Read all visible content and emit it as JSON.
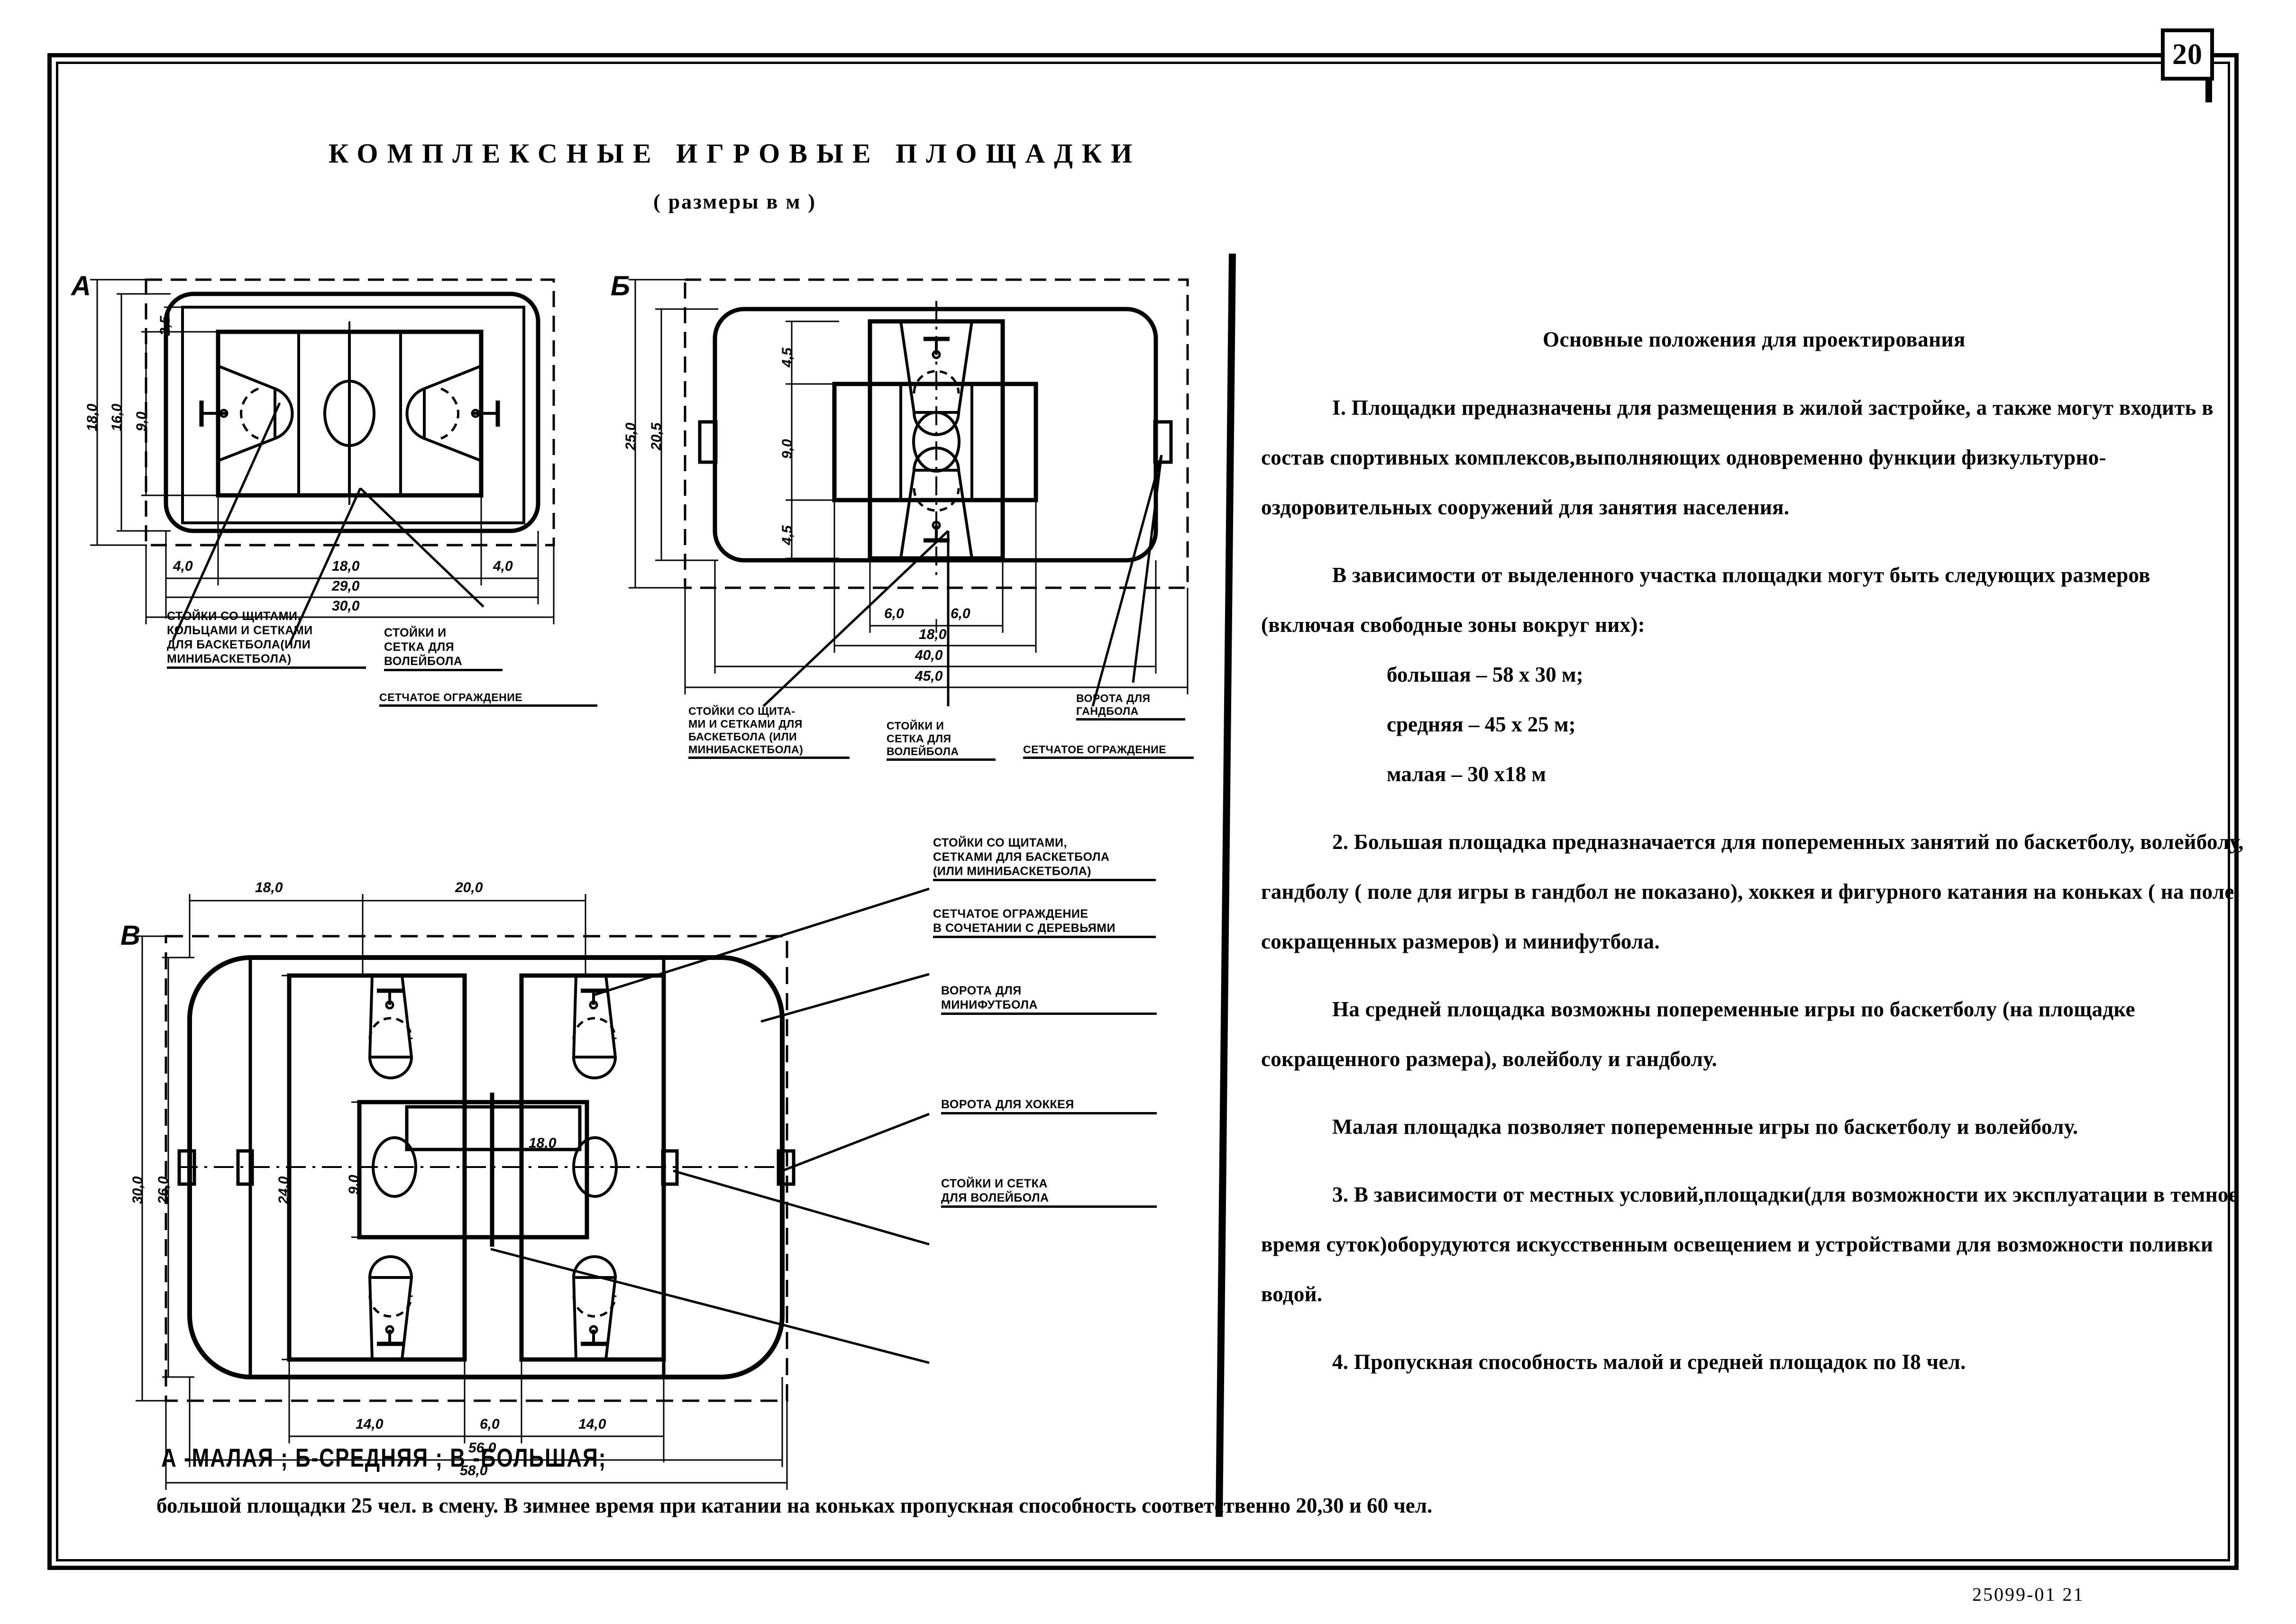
{
  "page": {
    "number": "20",
    "footer_code": "25099-01 21"
  },
  "title": {
    "main": "КОМПЛЕКСНЫЕ  ИГРОВЫЕ  ПЛОЩАДКИ",
    "sub": "( размеры в м )"
  },
  "text_column": {
    "heading": "Основные положения для проектирования",
    "paragraphs": [
      "I. Площадки предназначены  для размещения в жилой застройке, а также могут входить в состав спортивных комплексов,выполняющих одновременно функции физкультурно-оздоровительных сооружений для занятия населения.",
      "В зависимости от выделенного участка площадки могут быть следующих размеров (включая свободные зоны вокруг них):"
    ],
    "size_list": [
      "большая – 58 х 30 м;",
      "средняя – 45 х 25 м;",
      "малая –   30 х18 м"
    ],
    "paragraphs2": [
      "2. Большая площадка предназначается для попеременных занятий по баскетболу, волейболу, гандболу ( поле для игры в гандбол не показано), хоккея и фигурного катания на коньках ( на поле сокращенных размеров) и минифутбола.",
      "На средней площадка возможны попеременные игры по баскетболу (на площадке сокращенного размера), волейболу и гандболу.",
      "Малая площадка позволяет попеременные игры по баскетболу и волейболу.",
      "3. В зависимости от местных условий,площадки(для возможности их эксплуатации в темное время суток)оборудуются искусственным освещением и устройствами для возможности поливки водой.",
      "4. Пропускная способность малой и средней площадок по I8 чел."
    ]
  },
  "legend": "А -МАЛАЯ ;  Б-СРЕДНЯЯ ;  В -БОЛЬШАЯ;",
  "bottom_note": "большой площадки 25 чел. в смену. В зимнее время при катании на коньках пропускная способность соответственно 20,30 и 60 чел.",
  "diagrams": [
    {
      "letter": "А",
      "name": "малая",
      "dims_vertical": [
        "18,0",
        "16,0",
        "9,0",
        "2,5"
      ],
      "dims_horizontal": [
        "4,0",
        "18,0",
        "4,0",
        "29,0",
        "30,0"
      ],
      "annotations": [
        "СТОЙКИ СО ЩИТАМИ,\nКОЛЬЦАМИ И СЕТКАМИ\nДЛЯ БАСКЕТБОЛА(ИЛИ\nМИНИБАСКЕТБОЛА)",
        "СТОЙКИ И\nСЕТКА ДЛЯ\nВОЛЕЙБОЛА",
        "СЕТЧАТОЕ ОГРАЖДЕНИЕ"
      ]
    },
    {
      "letter": "Б",
      "name": "средняя",
      "dims_vertical": [
        "25,0",
        "20,5",
        "4,5",
        "9,0",
        "4,5"
      ],
      "dims_horizontal": [
        "6,0",
        "6,0",
        "18,0",
        "40,0",
        "45,0"
      ],
      "annotations": [
        "СТОЙКИ СО ЩИТА-\nМИ И СЕТКАМИ ДЛЯ\nБАСКЕТБОЛА (ИЛИ\nМИНИБАСКЕТБОЛА)",
        "СТОЙКИ И\nСЕТКА ДЛЯ\nВОЛЕЙБОЛА",
        "ВОРОТА ДЛЯ\nГАНДБОЛА",
        "СЕТЧАТОЕ ОГРАЖДЕНИЕ"
      ]
    },
    {
      "letter": "В",
      "name": "большая",
      "dims_vertical": [
        "30,0",
        "26,0",
        "24,0",
        "9,0"
      ],
      "dims_horizontal": [
        "18,0",
        "20,0",
        "18,0",
        "14,0",
        "6,0",
        "14,0",
        "56,0",
        "58,0"
      ],
      "annotations": [
        "СТОЙКИ СО ЩИТАМИ,\nСЕТКАМИ ДЛЯ БАСКЕТБОЛА\n(ИЛИ МИНИБАСКЕТБОЛА)",
        "СЕТЧАТОЕ ОГРАЖДЕНИЕ\nВ СОЧЕТАНИИ С ДЕРЕВЬЯМИ",
        "ВОРОТА ДЛЯ\nМИНИФУТБОЛА",
        "ВОРОТА ДЛЯ ХОККЕЯ",
        "СТОЙКИ И СЕТКА\nДЛЯ ВОЛЕЙБОЛА"
      ]
    }
  ]
}
